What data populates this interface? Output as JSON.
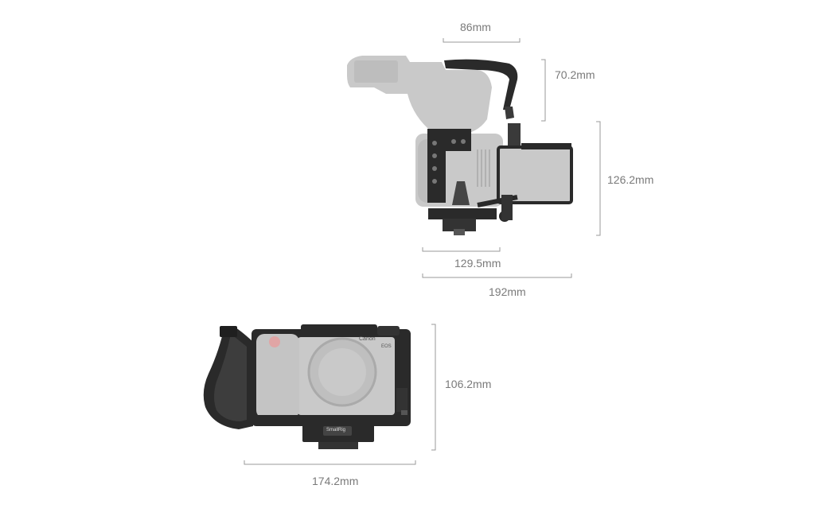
{
  "dimensions": {
    "top_width": "86mm",
    "handle_height": "70.2mm",
    "body_height": "126.2mm",
    "cage_width": "129.5mm",
    "total_width": "192mm",
    "front_height": "106.2mm",
    "front_width": "174.2mm"
  },
  "labels": {
    "camera_brand": "Canon",
    "camera_model": "EOS",
    "cage_brand": "SmallRig"
  },
  "colors": {
    "camera_gray": "#c9c9c9",
    "camera_gray_dark": "#b5b5b5",
    "cage_black": "#2a2a2a",
    "dimension_line": "#9a9a9a",
    "dimension_text": "#7a7a7a"
  }
}
